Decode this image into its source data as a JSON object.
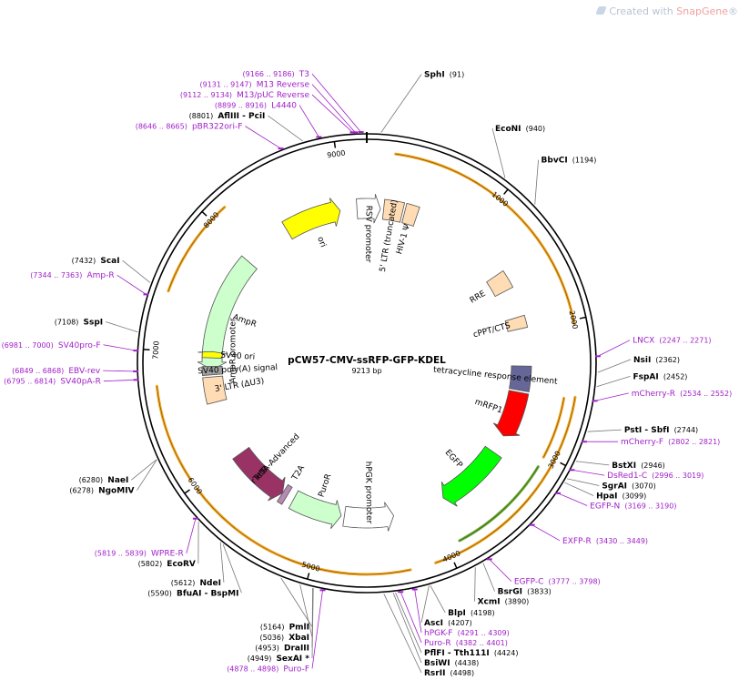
{
  "watermark": {
    "prefix": "Created with ",
    "brand": "SnapGene",
    "suffix": "®"
  },
  "plasmid": {
    "name": "pCW57-CMV-ssRFP-GFP-KDEL",
    "length_label": "9213 bp",
    "length": 9213
  },
  "ticks": [
    {
      "label": "1000",
      "pos": 1000
    },
    {
      "label": "2000",
      "pos": 2000
    },
    {
      "label": "3000",
      "pos": 3000
    },
    {
      "label": "4000",
      "pos": 4000
    },
    {
      "label": "5000",
      "pos": 5000
    },
    {
      "label": "6000",
      "pos": 6000
    },
    {
      "label": "7000",
      "pos": 7000
    },
    {
      "label": "8000",
      "pos": 8000
    },
    {
      "label": "9000",
      "pos": 9000
    }
  ],
  "sites": [
    {
      "name": "SphI",
      "pos_label": "(91)",
      "side": "right",
      "pos": 91
    },
    {
      "name": "EcoNI",
      "pos_label": "(940)",
      "side": "right",
      "pos": 940
    },
    {
      "name": "BbvCI",
      "pos_label": "(1194)",
      "side": "right",
      "pos": 1194
    },
    {
      "name": "NsiI",
      "pos_label": "(2362)",
      "side": "right",
      "pos": 2362
    },
    {
      "name": "FspAI",
      "pos_label": "(2452)",
      "side": "right",
      "pos": 2452
    },
    {
      "name": "PstI - SbfI",
      "pos_label": "(2744)",
      "side": "right",
      "pos": 2744
    },
    {
      "name": "BstXI",
      "pos_label": "(2946)",
      "side": "right",
      "pos": 2946
    },
    {
      "name": "SgrAI",
      "pos_label": "(3070)",
      "side": "right",
      "pos": 3070
    },
    {
      "name": "HpaI",
      "pos_label": "(3099)",
      "side": "right",
      "pos": 3099
    },
    {
      "name": "BsrGI",
      "pos_label": "(3833)",
      "side": "right",
      "pos": 3833
    },
    {
      "name": "XcmI",
      "pos_label": "(3890)",
      "side": "right",
      "pos": 3890
    },
    {
      "name": "BlpI",
      "pos_label": "(4198)",
      "side": "right",
      "pos": 4198
    },
    {
      "name": "AscI",
      "pos_label": "(4207)",
      "side": "right",
      "pos": 4207
    },
    {
      "name": "PflFI - Tth111I",
      "pos_label": "(4424)",
      "side": "right",
      "pos": 4424
    },
    {
      "name": "BsiWI",
      "pos_label": "(4438)",
      "side": "right",
      "pos": 4438
    },
    {
      "name": "RsrII",
      "pos_label": "(4498)",
      "side": "right",
      "pos": 4498
    },
    {
      "name": "SexAI *",
      "pos_label": "(4949)",
      "side": "left",
      "pos": 4949,
      "grey": true
    },
    {
      "name": "DraIII",
      "pos_label": "(4953)",
      "side": "left",
      "pos": 4953
    },
    {
      "name": "XbaI",
      "pos_label": "(5036)",
      "side": "left",
      "pos": 5036
    },
    {
      "name": "PmlI",
      "pos_label": "(5164)",
      "side": "left",
      "pos": 5164
    },
    {
      "name": "BfuAI - BspMI",
      "pos_label": "(5590)",
      "side": "left",
      "pos": 5590
    },
    {
      "name": "NdeI",
      "pos_label": "(5612)",
      "side": "left",
      "pos": 5612
    },
    {
      "name": "EcoRV",
      "pos_label": "(5802)",
      "side": "left",
      "pos": 5802
    },
    {
      "name": "NgoMIV",
      "pos_label": "(6278)",
      "side": "left",
      "pos": 6278
    },
    {
      "name": "NaeI",
      "pos_label": "(6280)",
      "side": "left",
      "pos": 6280
    },
    {
      "name": "SspI",
      "pos_label": "(7108)",
      "side": "left",
      "pos": 7108
    },
    {
      "name": "ScaI",
      "pos_label": "(7432)",
      "side": "left",
      "pos": 7432
    },
    {
      "name": "AflIII - PciI",
      "pos_label": "(8801)",
      "side": "left",
      "pos": 8801
    }
  ],
  "primers": [
    {
      "name": "T3",
      "pos_label": "(9166 .. 9186)",
      "side": "right",
      "pos": 9176
    },
    {
      "name": "LNCX",
      "pos_label": "(2247 .. 2271)",
      "side": "right",
      "pos": 2259
    },
    {
      "name": "mCherry-R",
      "pos_label": "(2534 .. 2552)",
      "side": "right",
      "pos": 2543
    },
    {
      "name": "mCherry-F",
      "pos_label": "(2802 .. 2821)",
      "side": "right",
      "pos": 2811
    },
    {
      "name": "DsRed1-C",
      "pos_label": "(2996 .. 3019)",
      "side": "right",
      "pos": 3007
    },
    {
      "name": "EGFP-N",
      "pos_label": "(3169 .. 3190)",
      "side": "right",
      "pos": 3179
    },
    {
      "name": "EXFP-R",
      "pos_label": "(3430 .. 3449)",
      "side": "right",
      "pos": 3439
    },
    {
      "name": "EGFP-C",
      "pos_label": "(3777 .. 3798)",
      "side": "right",
      "pos": 3787
    },
    {
      "name": "hPGK-F",
      "pos_label": "(4291 .. 4309)",
      "side": "right",
      "pos": 4300
    },
    {
      "name": "Puro-R",
      "pos_label": "(4382 .. 4401)",
      "side": "right",
      "pos": 4391
    },
    {
      "name": "Puro-F",
      "pos_label": "(4878 .. 4898)",
      "side": "left",
      "pos": 4888
    },
    {
      "name": "WPRE-R",
      "pos_label": "(5819 .. 5839)",
      "side": "left",
      "pos": 5829
    },
    {
      "name": "SV40pA-R",
      "pos_label": "(6795 .. 6814)",
      "side": "left",
      "pos": 6804
    },
    {
      "name": "EBV-rev",
      "pos_label": "(6849 .. 6868)",
      "side": "left",
      "pos": 6858
    },
    {
      "name": "SV40pro-F",
      "pos_label": "(6981 .. 7000)",
      "side": "left",
      "pos": 6990
    },
    {
      "name": "Amp-R",
      "pos_label": "(7344 .. 7363)",
      "side": "left",
      "pos": 7353
    },
    {
      "name": "pBR322ori-F",
      "pos_label": "(8646 .. 8665)",
      "side": "left",
      "pos": 8655
    },
    {
      "name": "L4440",
      "pos_label": "(8899 .. 8916)",
      "side": "left",
      "pos": 8907
    },
    {
      "name": "M13/pUC Reverse",
      "pos_label": "(9112 .. 9134)",
      "side": "left",
      "pos": 9123
    },
    {
      "name": "M13 Reverse",
      "pos_label": "(9131 .. 9147)",
      "side": "left",
      "pos": 9139
    }
  ],
  "features": [
    {
      "name": "ori",
      "color": "#ffff00",
      "start": 8420,
      "end": 8960,
      "track": 0,
      "dir": 1
    },
    {
      "name": "AmpR",
      "color": "#ccffcc",
      "start": 6850,
      "end": 7950,
      "track": 0,
      "dir": -1
    },
    {
      "name": "AmpR promoter",
      "color": "#ffffff",
      "start": 7000,
      "end": 7100,
      "track": 1,
      "dir": -1,
      "label_only": true
    },
    {
      "name": "SV40 ori",
      "color": "#ffff00",
      "start": 6960,
      "end": 7020,
      "track": 0,
      "dir": 1
    },
    {
      "name": "SV40 poly(A) signal",
      "color": "#a0a0a0",
      "start": 6800,
      "end": 6880,
      "track": 0,
      "dir": 0
    },
    {
      "name": "3' LTR (ΔU3)",
      "color": "#ffdcb4",
      "start": 6540,
      "end": 6780,
      "track": 0,
      "dir": 0
    },
    {
      "name": "rtTA-Advanced",
      "color": "#993366",
      "start": 5450,
      "end": 6000,
      "track": 0,
      "dir": -1,
      "inner_label": "rTetR"
    },
    {
      "name": "T2A",
      "color": "#b58bb3",
      "start": 5400,
      "end": 5450,
      "track": 0,
      "dir": 0
    },
    {
      "name": "PuroR",
      "color": "#ccffcc",
      "start": 4850,
      "end": 5330,
      "track": 0,
      "dir": -1
    },
    {
      "name": "hPGK promoter",
      "color": "#ffffff",
      "start": 4350,
      "end": 4820,
      "track": 0,
      "dir": -1
    },
    {
      "name": "EGFP",
      "color": "#00ff00",
      "start": 3200,
      "end": 3850,
      "track": 0,
      "dir": 1
    },
    {
      "name": "mRFP1",
      "color": "#ff0000",
      "start": 2580,
      "end": 3020,
      "track": 0,
      "dir": 1
    },
    {
      "name": "tetracycline response element",
      "color": "#666699",
      "start": 2330,
      "end": 2560,
      "track": 0,
      "dir": 0
    },
    {
      "name": "cPPT/CTS",
      "color": "#ffdcb4",
      "start": 1870,
      "end": 1980,
      "track": 0,
      "dir": 0
    },
    {
      "name": "RRE",
      "color": "#ffdcb4",
      "start": 1430,
      "end": 1600,
      "track": 0,
      "dir": 0
    },
    {
      "name": "HIV-1 Ψ",
      "color": "#ffdcb4",
      "start": 360,
      "end": 480,
      "track": 0,
      "dir": 0
    },
    {
      "name": "5' LTR (truncated)",
      "color": "#ffdcb4",
      "start": 160,
      "end": 340,
      "track": 0,
      "dir": 0
    },
    {
      "name": "RSV promoter",
      "color": "#ffffff",
      "start": 9120,
      "end": 130,
      "track": 0,
      "dir": 1
    }
  ],
  "orf_arcs": [
    {
      "start": 200,
      "end": 2030,
      "color": "#f5a623"
    },
    {
      "start": 2540,
      "end": 4120,
      "color": "#f5a623"
    },
    {
      "start": 2560,
      "end": 3020,
      "color": "#f5a623"
    },
    {
      "start": 3100,
      "end": 3900,
      "color": "#5aab32"
    },
    {
      "start": 4300,
      "end": 5980,
      "color": "#f5a623"
    },
    {
      "start": 6050,
      "end": 6750,
      "color": "#f5a623"
    },
    {
      "start": 7420,
      "end": 8130,
      "color": "#f5a623"
    }
  ]
}
